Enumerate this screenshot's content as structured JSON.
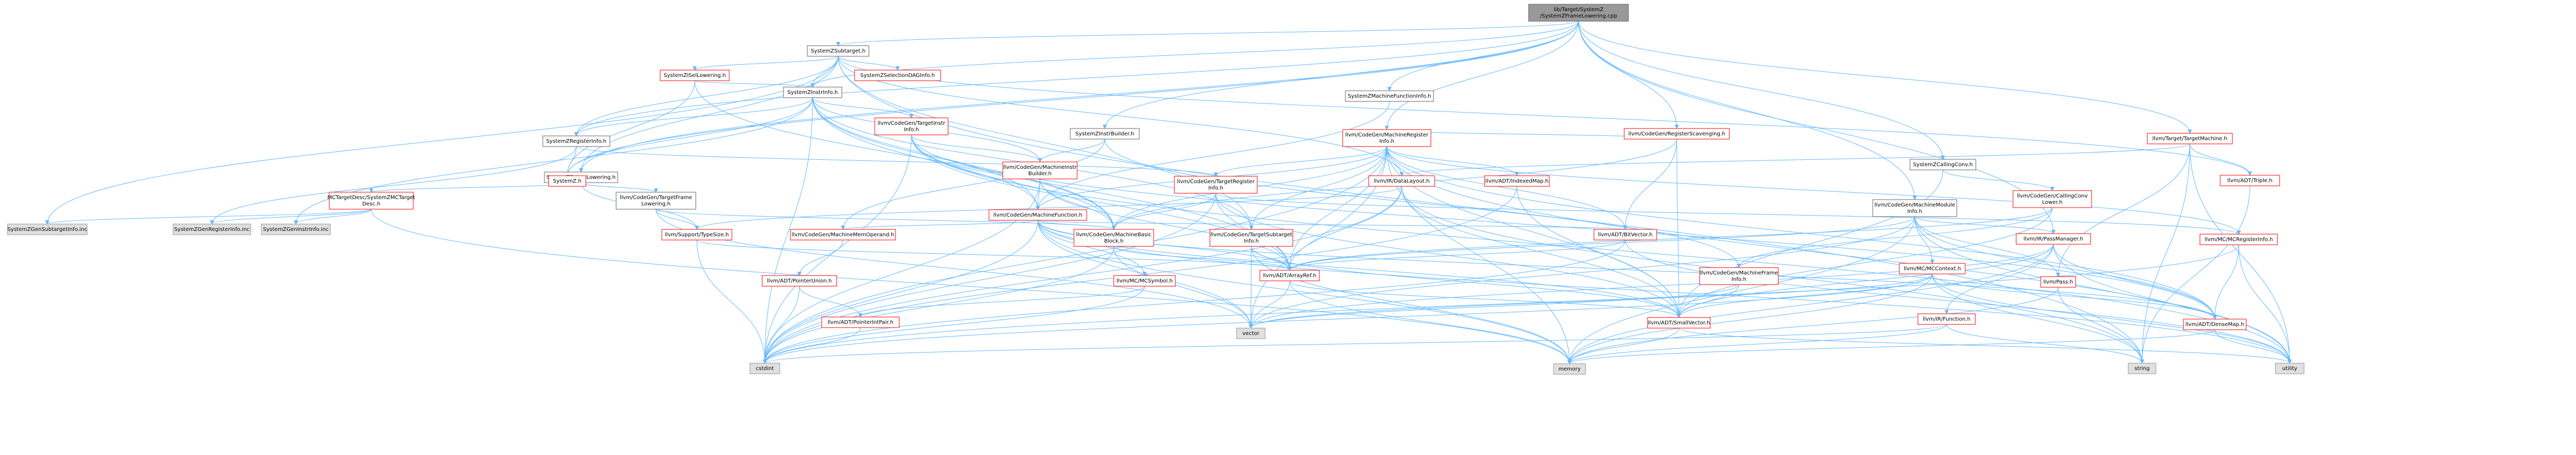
{
  "nodes": [
    {
      "id": "root",
      "lines": [
        "lib/Target/SystemZ",
        "/SystemZFrameLowering.cpp"
      ],
      "style": "root"
    },
    {
      "id": "subtarget",
      "lines": [
        "SystemZSubtarget.h"
      ],
      "style": "local"
    },
    {
      "id": "instrinfo",
      "lines": [
        "SystemZInstrInfo.h"
      ],
      "style": "local"
    },
    {
      "id": "framelowering",
      "lines": [
        "SystemZFrameLowering.h"
      ],
      "style": "local"
    },
    {
      "id": "registerinfo",
      "lines": [
        "SystemZRegisterInfo.h"
      ],
      "style": "local"
    },
    {
      "id": "systemz_h",
      "lines": [
        "SystemZ.h"
      ],
      "style": "red"
    },
    {
      "id": "isellowering",
      "lines": [
        "SystemZISelLowering.h"
      ],
      "style": "red"
    },
    {
      "id": "selectiondag",
      "lines": [
        "SystemZSelectionDAGInfo.h"
      ],
      "style": "red"
    },
    {
      "id": "instrbuilder",
      "lines": [
        "SystemZInstrBuilder.h"
      ],
      "style": "local"
    },
    {
      "id": "machinefuncinfo",
      "lines": [
        "SystemZMachineFunctionInfo.h"
      ],
      "style": "local"
    },
    {
      "id": "callingconv",
      "lines": [
        "SystemZCallingConv.h"
      ],
      "style": "local"
    },
    {
      "id": "regscavenging",
      "lines": [
        "llvm/CodeGen/RegisterScavenging.h"
      ],
      "style": "red"
    },
    {
      "id": "targetmachine",
      "lines": [
        "llvm/Target/TargetMachine.h"
      ],
      "style": "red"
    },
    {
      "id": "triple",
      "lines": [
        "llvm/ADT/Triple.h"
      ],
      "style": "red"
    },
    {
      "id": "mcdesc",
      "lines": [
        "MCTargetDesc/SystemZMCTarget",
        "Desc.h"
      ],
      "style": "red"
    },
    {
      "id": "tgtframelowering",
      "lines": [
        "llvm/CodeGen/TargetFrame",
        "Lowering.h"
      ],
      "style": "local"
    },
    {
      "id": "typesize",
      "lines": [
        "llvm/Support/TypeSize.h"
      ],
      "style": "red"
    },
    {
      "id": "targetinstrinfo",
      "lines": [
        "llvm/CodeGen/TargetInstr",
        "Info.h"
      ],
      "style": "red"
    },
    {
      "id": "machineinstrbuilder",
      "lines": [
        "llvm/CodeGen/MachineInstr",
        "Builder.h"
      ],
      "style": "red"
    },
    {
      "id": "machineregisterinfo",
      "lines": [
        "llvm/CodeGen/MachineRegister",
        "Info.h"
      ],
      "style": "red"
    },
    {
      "id": "machinefunction",
      "lines": [
        "llvm/CodeGen/MachineFunction.h"
      ],
      "style": "red"
    },
    {
      "id": "targetregisterinfo",
      "lines": [
        "llvm/CodeGen/TargetRegister",
        "Info.h"
      ],
      "style": "red"
    },
    {
      "id": "datalayout",
      "lines": [
        "llvm/IR/DataLayout.h"
      ],
      "style": "red"
    },
    {
      "id": "indexedmap",
      "lines": [
        "llvm/ADT/IndexedMap.h"
      ],
      "style": "red"
    },
    {
      "id": "machinemoduleinfo",
      "lines": [
        "llvm/CodeGen/MachineModule",
        "Info.h"
      ],
      "style": "local"
    },
    {
      "id": "callingconvlower",
      "lines": [
        "llvm/CodeGen/CallingConv",
        "Lower.h"
      ],
      "style": "red"
    },
    {
      "id": "passmanager",
      "lines": [
        "llvm/IR/PassManager.h"
      ],
      "style": "red"
    },
    {
      "id": "mcregisterinfo",
      "lines": [
        "llvm/MC/MCRegisterInfo.h"
      ],
      "style": "red"
    },
    {
      "id": "machinememoperand",
      "lines": [
        "llvm/CodeGen/MachineMemOperand.h"
      ],
      "style": "red"
    },
    {
      "id": "machinebasicblock",
      "lines": [
        "llvm/CodeGen/MachineBasic",
        "Block.h"
      ],
      "style": "red"
    },
    {
      "id": "tgtsubtargetinfo",
      "lines": [
        "llvm/CodeGen/TargetSubtarget",
        "Info.h"
      ],
      "style": "red"
    },
    {
      "id": "bitvector",
      "lines": [
        "llvm/ADT/BitVector.h"
      ],
      "style": "red"
    },
    {
      "id": "machineframeinfo",
      "lines": [
        "llvm/CodeGen/MachineFrame",
        "Info.h"
      ],
      "style": "red"
    },
    {
      "id": "mccontext",
      "lines": [
        "llvm/MC/MCContext.h"
      ],
      "style": "red"
    },
    {
      "id": "pointerunion",
      "lines": [
        "llvm/ADT/PointerUnion.h"
      ],
      "style": "red"
    },
    {
      "id": "mcsymbol",
      "lines": [
        "llvm/MC/MCSymbol.h"
      ],
      "style": "red"
    },
    {
      "id": "pointerintpair",
      "lines": [
        "llvm/ADT/PointerIntPair.h"
      ],
      "style": "red"
    },
    {
      "id": "arrayref",
      "lines": [
        "llvm/ADT/ArrayRef.h"
      ],
      "style": "red"
    },
    {
      "id": "smallvector",
      "lines": [
        "llvm/ADT/SmallVector.h"
      ],
      "style": "red"
    },
    {
      "id": "function",
      "lines": [
        "llvm/IR/Function.h"
      ],
      "style": "red"
    },
    {
      "id": "pass",
      "lines": [
        "llvm/Pass.h"
      ],
      "style": "red"
    },
    {
      "id": "densemap",
      "lines": [
        "llvm/ADT/DenseMap.h"
      ],
      "style": "red"
    },
    {
      "id": "subtargetinfo_inc",
      "lines": [
        "SystemZGenSubtargetInfo.inc"
      ],
      "style": "gray"
    },
    {
      "id": "registerinfo_inc",
      "lines": [
        "SystemZGenRegisterInfo.inc"
      ],
      "style": "gray"
    },
    {
      "id": "instrinfo_inc",
      "lines": [
        "SystemZGenInstrInfo.inc"
      ],
      "style": "gray"
    },
    {
      "id": "cstdint",
      "lines": [
        "cstdint"
      ],
      "style": "gray"
    },
    {
      "id": "vector",
      "lines": [
        "vector"
      ],
      "style": "gray"
    },
    {
      "id": "memory",
      "lines": [
        "memory"
      ],
      "style": "gray"
    },
    {
      "id": "string",
      "lines": [
        "string"
      ],
      "style": "gray"
    },
    {
      "id": "utility",
      "lines": [
        "utility"
      ],
      "style": "gray"
    }
  ],
  "edges": [
    [
      "root",
      "subtarget"
    ],
    [
      "root",
      "instrinfo"
    ],
    [
      "root",
      "framelowering"
    ],
    [
      "root",
      "registerinfo"
    ],
    [
      "root",
      "instrbuilder"
    ],
    [
      "root",
      "machinefuncinfo"
    ],
    [
      "root",
      "callingconv"
    ],
    [
      "root",
      "regscavenging"
    ],
    [
      "root",
      "targetmachine"
    ],
    [
      "root",
      "machineregisterinfo"
    ],
    [
      "root",
      "machinemoduleinfo"
    ],
    [
      "root",
      "systemz_h"
    ],
    [
      "root",
      "passmanager"
    ],
    [
      "subtarget",
      "instrinfo"
    ],
    [
      "subtarget",
      "framelowering"
    ],
    [
      "subtarget",
      "registerinfo"
    ],
    [
      "subtarget",
      "isellowering"
    ],
    [
      "subtarget",
      "selectiondag"
    ],
    [
      "subtarget",
      "triple"
    ],
    [
      "subtarget",
      "tgtsubtargetinfo"
    ],
    [
      "subtarget",
      "datalayout"
    ],
    [
      "subtarget",
      "subtargetinfo_inc"
    ],
    [
      "subtarget",
      "string"
    ],
    [
      "isellowering",
      "instrinfo"
    ],
    [
      "isellowering",
      "systemz_h"
    ],
    [
      "isellowering",
      "machinebasicblock"
    ],
    [
      "instrinfo",
      "registerinfo"
    ],
    [
      "instrinfo",
      "systemz_h"
    ],
    [
      "instrinfo",
      "targetinstrinfo"
    ],
    [
      "instrinfo",
      "machinebasicblock"
    ],
    [
      "instrinfo",
      "machinefunction"
    ],
    [
      "instrinfo",
      "arrayref"
    ],
    [
      "instrinfo",
      "instrinfo_inc"
    ],
    [
      "instrinfo",
      "cstdint"
    ],
    [
      "instrinfo",
      "machineinstrbuilder"
    ],
    [
      "instrinfo",
      "tgtsubtargetinfo"
    ],
    [
      "registerinfo",
      "systemz_h"
    ],
    [
      "registerinfo",
      "targetregisterinfo"
    ],
    [
      "registerinfo",
      "registerinfo_inc"
    ],
    [
      "framelowering",
      "mcdesc"
    ],
    [
      "framelowering",
      "tgtframelowering"
    ],
    [
      "framelowering",
      "typesize"
    ],
    [
      "mcdesc",
      "subtargetinfo_inc"
    ],
    [
      "mcdesc",
      "registerinfo_inc"
    ],
    [
      "mcdesc",
      "instrinfo_inc"
    ],
    [
      "mcdesc",
      "memory"
    ],
    [
      "tgtframelowering",
      "machinebasicblock"
    ],
    [
      "tgtframelowering",
      "typesize"
    ],
    [
      "tgtframelowering",
      "vector"
    ],
    [
      "typesize",
      "cstdint"
    ],
    [
      "typesize",
      "arrayref"
    ],
    [
      "targetinstrinfo",
      "machineinstrbuilder"
    ],
    [
      "targetinstrinfo",
      "machinefunction"
    ],
    [
      "targetinstrinfo",
      "machinebasicblock"
    ],
    [
      "targetinstrinfo",
      "arrayref"
    ],
    [
      "targetinstrinfo",
      "densemap"
    ],
    [
      "targetinstrinfo",
      "utility"
    ],
    [
      "targetinstrinfo",
      "cstdint"
    ],
    [
      "machineinstrbuilder",
      "machinefunction"
    ],
    [
      "machineinstrbuilder",
      "machinebasicblock"
    ],
    [
      "machineinstrbuilder",
      "arrayref"
    ],
    [
      "machineinstrbuilder",
      "cstdint"
    ],
    [
      "instrbuilder",
      "machineinstrbuilder"
    ],
    [
      "instrbuilder",
      "machineframeinfo"
    ],
    [
      "instrbuilder",
      "machinememoperand"
    ],
    [
      "machinefuncinfo",
      "machinefunction"
    ],
    [
      "regscavenging",
      "machineregisterinfo"
    ],
    [
      "regscavenging",
      "bitvector"
    ],
    [
      "regscavenging",
      "smallvector"
    ],
    [
      "regscavenging",
      "machinebasicblock"
    ],
    [
      "machineregisterinfo",
      "machinefunction"
    ],
    [
      "machineregisterinfo",
      "machinebasicblock"
    ],
    [
      "machineregisterinfo",
      "targetregisterinfo"
    ],
    [
      "machineregisterinfo",
      "tgtsubtargetinfo"
    ],
    [
      "machineregisterinfo",
      "indexedmap"
    ],
    [
      "machineregisterinfo",
      "bitvector"
    ],
    [
      "machineregisterinfo",
      "arrayref"
    ],
    [
      "machineregisterinfo",
      "smallvector"
    ],
    [
      "machineregisterinfo",
      "memory"
    ],
    [
      "machineregisterinfo",
      "vector"
    ],
    [
      "machineregisterinfo",
      "utility"
    ],
    [
      "machineregisterinfo",
      "cstdint"
    ],
    [
      "machineregisterinfo",
      "mcregisterinfo"
    ],
    [
      "machineregisterinfo",
      "densemap"
    ],
    [
      "machinefunction",
      "machinebasicblock"
    ],
    [
      "machinefunction",
      "machinememoperand"
    ],
    [
      "machinefunction",
      "arrayref"
    ],
    [
      "machinefunction",
      "bitvector"
    ],
    [
      "machinefunction",
      "smallvector"
    ],
    [
      "machinefunction",
      "densemap"
    ],
    [
      "machinefunction",
      "memory"
    ],
    [
      "machinefunction",
      "vector"
    ],
    [
      "machinefunction",
      "utility"
    ],
    [
      "machinefunction",
      "cstdint"
    ],
    [
      "machinefunction",
      "mcsymbol"
    ],
    [
      "targetregisterinfo",
      "machinebasicblock"
    ],
    [
      "targetregisterinfo",
      "arrayref"
    ],
    [
      "targetregisterinfo",
      "smallvector"
    ],
    [
      "targetregisterinfo",
      "mcregisterinfo"
    ],
    [
      "targetregisterinfo",
      "cstdint"
    ],
    [
      "datalayout",
      "arrayref"
    ],
    [
      "datalayout",
      "smallvector"
    ],
    [
      "datalayout",
      "typesize"
    ],
    [
      "datalayout",
      "cstdint"
    ],
    [
      "datalayout",
      "string"
    ],
    [
      "indexedmap",
      "smallvector"
    ],
    [
      "indexedmap",
      "cstdint"
    ],
    [
      "callingconv",
      "callingconvlower"
    ],
    [
      "callingconv",
      "smallvector"
    ],
    [
      "callingconvlower",
      "arrayref"
    ],
    [
      "callingconvlower",
      "smallvector"
    ],
    [
      "callingconvlower",
      "machineframeinfo"
    ],
    [
      "machinemoduleinfo",
      "mccontext"
    ],
    [
      "machinemoduleinfo",
      "passmanager"
    ],
    [
      "machinemoduleinfo",
      "pass"
    ],
    [
      "machinemoduleinfo",
      "densemap"
    ],
    [
      "machinemoduleinfo",
      "arrayref"
    ],
    [
      "machinemoduleinfo",
      "memory"
    ],
    [
      "machinemoduleinfo",
      "utility"
    ],
    [
      "machinemoduleinfo",
      "vector"
    ],
    [
      "targetmachine",
      "triple"
    ],
    [
      "targetmachine",
      "datalayout"
    ],
    [
      "targetmachine",
      "pass"
    ],
    [
      "targetmachine",
      "string"
    ],
    [
      "targetmachine",
      "utility"
    ],
    [
      "passmanager",
      "function"
    ],
    [
      "passmanager",
      "smallvector"
    ],
    [
      "passmanager",
      "densemap"
    ],
    [
      "passmanager",
      "memory"
    ],
    [
      "passmanager",
      "utility"
    ],
    [
      "passmanager",
      "vector"
    ],
    [
      "mccontext",
      "smallvector"
    ],
    [
      "mccontext",
      "densemap"
    ],
    [
      "mccontext",
      "memory"
    ],
    [
      "mccontext",
      "string"
    ],
    [
      "mccontext",
      "utility"
    ],
    [
      "mccontext",
      "vector"
    ],
    [
      "mccontext",
      "cstdint"
    ],
    [
      "machineframeinfo",
      "smallvector"
    ],
    [
      "machineframeinfo",
      "vector"
    ],
    [
      "tgtsubtargetinfo",
      "arrayref"
    ],
    [
      "tgtsubtargetinfo",
      "smallvector"
    ],
    [
      "tgtsubtargetinfo",
      "memory"
    ],
    [
      "tgtsubtargetinfo",
      "vector"
    ],
    [
      "bitvector",
      "arrayref"
    ],
    [
      "bitvector",
      "utility"
    ],
    [
      "bitvector",
      "cstdint"
    ],
    [
      "machinememoperand",
      "pointerunion"
    ],
    [
      "pointerunion",
      "pointerintpair"
    ],
    [
      "pointerunion",
      "cstdint"
    ],
    [
      "mcsymbol",
      "pointerintpair"
    ],
    [
      "mcsymbol",
      "cstdint"
    ],
    [
      "pointerintpair",
      "cstdint"
    ],
    [
      "machinebasicblock",
      "arrayref"
    ],
    [
      "machinebasicblock",
      "vector"
    ],
    [
      "machinebasicblock",
      "cstdint"
    ],
    [
      "arrayref",
      "smallvector"
    ],
    [
      "arrayref",
      "vector"
    ],
    [
      "arrayref",
      "memory"
    ],
    [
      "smallvector",
      "memory"
    ],
    [
      "smallvector",
      "utility"
    ],
    [
      "function",
      "string"
    ],
    [
      "function",
      "memory"
    ],
    [
      "function",
      "cstdint"
    ],
    [
      "pass",
      "string"
    ],
    [
      "pass",
      "memory"
    ],
    [
      "mcregisterinfo",
      "densemap"
    ],
    [
      "mcregisterinfo",
      "utility"
    ],
    [
      "mcregisterinfo",
      "cstdint"
    ],
    [
      "densemap",
      "utility"
    ],
    [
      "densemap",
      "memory"
    ],
    [
      "triple",
      "string"
    ]
  ],
  "colors": {
    "edge": "#63b8ff",
    "arrow": "#63b8ff",
    "root_fill": "#999999",
    "root_stroke": "#666666",
    "local_fill": "#ffffff",
    "local_stroke": "#666666",
    "red_fill": "#ffffff",
    "red_stroke": "#ff0000",
    "gray_fill": "#e0e0e0",
    "gray_stroke": "#999999",
    "text": "#000000"
  }
}
